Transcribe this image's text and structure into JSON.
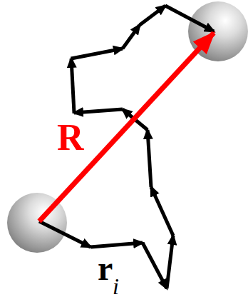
{
  "diagram": {
    "labels": [
      "R",
      "r",
      "i"
    ]
  }
}
